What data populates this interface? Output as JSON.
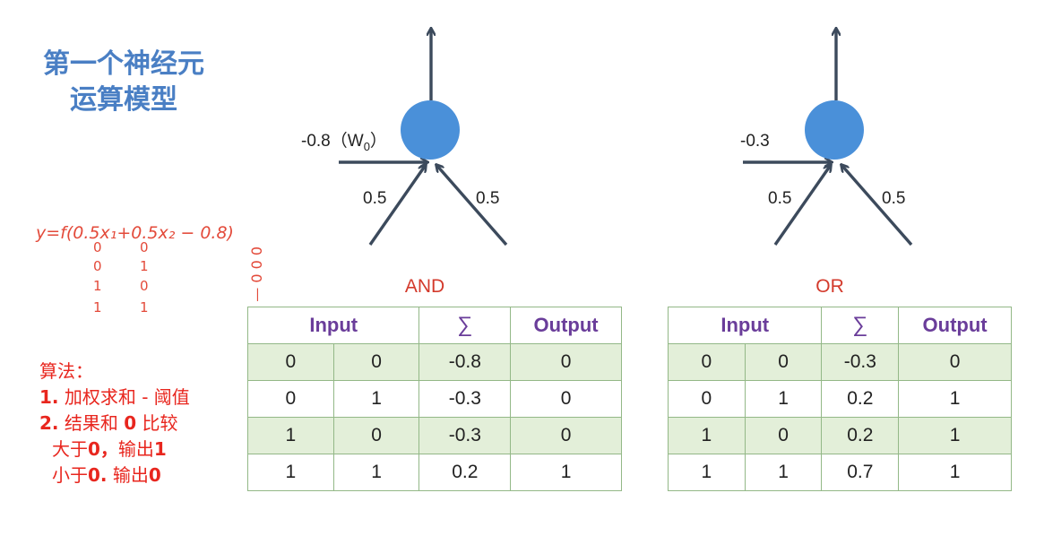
{
  "title": {
    "line1": "第一个神经元",
    "line2": "运算模型"
  },
  "and_neuron": {
    "bias_label": "-0.8（W",
    "bias_sub": "0",
    "bias_close": "）",
    "w1": "0.5",
    "w2": "0.5"
  },
  "or_neuron": {
    "bias_label": "-0.3",
    "w1": "0.5",
    "w2": "0.5"
  },
  "and_table": {
    "caption": "AND",
    "headers": {
      "input": "Input",
      "sum": "∑",
      "output": "Output"
    },
    "rows": [
      {
        "a": "0",
        "b": "0",
        "s": "-0.8",
        "o": "0"
      },
      {
        "a": "0",
        "b": "1",
        "s": "-0.3",
        "o": "0"
      },
      {
        "a": "1",
        "b": "0",
        "s": "-0.3",
        "o": "0"
      },
      {
        "a": "1",
        "b": "1",
        "s": "0.2",
        "o": "1"
      }
    ]
  },
  "or_table": {
    "caption": "OR",
    "headers": {
      "input": "Input",
      "sum": "∑",
      "output": "Output"
    },
    "rows": [
      {
        "a": "0",
        "b": "0",
        "s": "-0.3",
        "o": "0"
      },
      {
        "a": "0",
        "b": "1",
        "s": "0.2",
        "o": "1"
      },
      {
        "a": "1",
        "b": "0",
        "s": "0.2",
        "o": "1"
      },
      {
        "a": "1",
        "b": "1",
        "s": "0.7",
        "o": "1"
      }
    ]
  },
  "handwriting": {
    "formula": "y=f(0.5x₁+0.5x₂ − 0.8)",
    "col_a": [
      "0",
      "0",
      "1",
      "1"
    ],
    "col_b": [
      "0",
      "1",
      "0",
      "1"
    ],
    "side": "1 — 0 0 0"
  },
  "algorithm": {
    "heading": "算法：",
    "step1_num": "1.",
    "step1_text": " 加权求和 - 阈值",
    "step2_num": "2.",
    "step2_text": " 结果和 ",
    "step2_zero": "0",
    "step2_tail": " 比较",
    "gt_text": "大于",
    "gt_bold": "0，",
    "gt_out": "输出",
    "gt_val": "1",
    "lt_text": "小于",
    "lt_bold": "0.",
    "lt_out": "  输出",
    "lt_val": "0"
  },
  "colors": {
    "title": "#4a7fc4",
    "neuron": "#4a90d9",
    "arrow": "#3c4a5c",
    "header_text": "#6a3d9a",
    "row_shade": "#e3efd9",
    "caption": "#d33a2c",
    "algo": "#e8261e"
  }
}
